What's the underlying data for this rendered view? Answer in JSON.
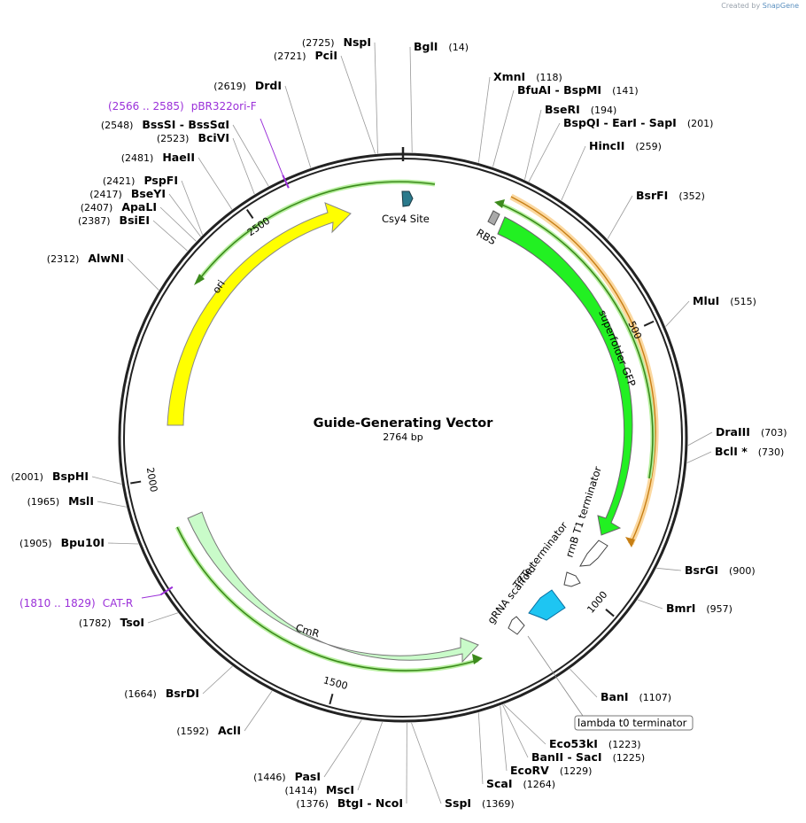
{
  "branding": {
    "prefix": "Created by",
    "name": "SnapGene"
  },
  "plasmid": {
    "name": "Guide-Generating Vector",
    "length_label": "2764 bp",
    "length": 2764
  },
  "ticks": [
    {
      "pos": 500,
      "label": "500"
    },
    {
      "pos": 1000,
      "label": "1000"
    },
    {
      "pos": 1500,
      "label": "1500"
    },
    {
      "pos": 2000,
      "label": "2000"
    },
    {
      "pos": 2500,
      "label": "2500"
    }
  ],
  "enzymes": [
    {
      "name": "BglI",
      "pos": "(14)",
      "site": 14
    },
    {
      "name": "XmnI",
      "pos": "(118)",
      "site": 118
    },
    {
      "name": "BfuAI  - BspMI",
      "pos": "(141)",
      "site": 141
    },
    {
      "name": "BseRI",
      "pos": "(194)",
      "site": 194
    },
    {
      "name": "BspQI  - EarI  - SapI",
      "pos": "(201)",
      "site": 201
    },
    {
      "name": "HincII",
      "pos": "(259)",
      "site": 259
    },
    {
      "name": "BsrFI",
      "pos": "(352)",
      "site": 352
    },
    {
      "name": "MluI",
      "pos": "(515)",
      "site": 515
    },
    {
      "name": "DraIII",
      "pos": "(703)",
      "site": 703
    },
    {
      "name": "BclI *",
      "pos": "(730)",
      "site": 730
    },
    {
      "name": "BsrGI",
      "pos": "(900)",
      "site": 900
    },
    {
      "name": "BmrI",
      "pos": "(957)",
      "site": 957
    },
    {
      "name": "BanI",
      "pos": "(1107)",
      "site": 1107
    },
    {
      "name": "Eco53kI",
      "pos": "(1223)",
      "site": 1223
    },
    {
      "name": "BanII  - SacI",
      "pos": "(1225)",
      "site": 1225
    },
    {
      "name": "EcoRV",
      "pos": "(1229)",
      "site": 1229
    },
    {
      "name": "ScaI",
      "pos": "(1264)",
      "site": 1264
    },
    {
      "name": "SspI",
      "pos": "(1369)",
      "site": 1369
    },
    {
      "name": "BtgI  - NcoI",
      "pos": "(1376)",
      "site": 1376
    },
    {
      "name": "MscI",
      "pos": "(1414)",
      "site": 1414
    },
    {
      "name": "PasI",
      "pos": "(1446)",
      "site": 1446
    },
    {
      "name": "AclI",
      "pos": "(1592)",
      "site": 1592
    },
    {
      "name": "BsrDI",
      "pos": "(1664)",
      "site": 1664
    },
    {
      "name": "TsoI",
      "pos": "(1782)",
      "site": 1782
    },
    {
      "name": "Bpu10I",
      "pos": "(1905)",
      "site": 1905
    },
    {
      "name": "MslI",
      "pos": "(1965)",
      "site": 1965
    },
    {
      "name": "BspHI",
      "pos": "(2001)",
      "site": 2001
    },
    {
      "name": "AlwNI",
      "pos": "(2312)",
      "site": 2312
    },
    {
      "name": "BsiEI",
      "pos": "(2387)",
      "site": 2387
    },
    {
      "name": "ApaLI",
      "pos": "(2407)",
      "site": 2407
    },
    {
      "name": "BseYI",
      "pos": "(2417)",
      "site": 2417
    },
    {
      "name": "PspFI",
      "pos": "(2421)",
      "site": 2421
    },
    {
      "name": "HaeII",
      "pos": "(2481)",
      "site": 2481
    },
    {
      "name": "BciVI",
      "pos": "(2523)",
      "site": 2523
    },
    {
      "name": "BssSI  - BssSαI",
      "pos": "(2548)",
      "site": 2548
    },
    {
      "name": "DrdI",
      "pos": "(2619)",
      "site": 2619
    },
    {
      "name": "PciI",
      "pos": "(2721)",
      "site": 2721
    },
    {
      "name": "NspI",
      "pos": "(2725)",
      "site": 2725
    }
  ],
  "primers": [
    {
      "name": "pBR322ori-F",
      "range": "(2566 .. 2585)",
      "site": 2575
    },
    {
      "name": "CAT-R",
      "range": "(1810 .. 1829)",
      "site": 1820
    }
  ],
  "features": [
    {
      "name": "Csy4 Site",
      "color": "#2b7a8c"
    },
    {
      "name": "RBS",
      "color": "#a9a9a9"
    },
    {
      "name": "superfolder GFP",
      "color": "#22f022"
    },
    {
      "name": "rrnB T1 terminator",
      "color": "#ffffff"
    },
    {
      "name": "T7Te terminator",
      "color": "#ffffff"
    },
    {
      "name": "gRNA scaffold",
      "color": "#1ec5f2"
    },
    {
      "name": "lambda t0 terminator",
      "color": "#ffffff"
    },
    {
      "name": "CmR",
      "color": "#c9fbc9"
    },
    {
      "name": "ori",
      "color": "#ffff00"
    }
  ],
  "colors": {
    "orf_arrow": "#3c8a1c",
    "orf_glow": "#b8f0a0",
    "gfp_orf_glow": "#fbd8a0",
    "backbone": "#222222",
    "primer": "#9b30d9"
  }
}
